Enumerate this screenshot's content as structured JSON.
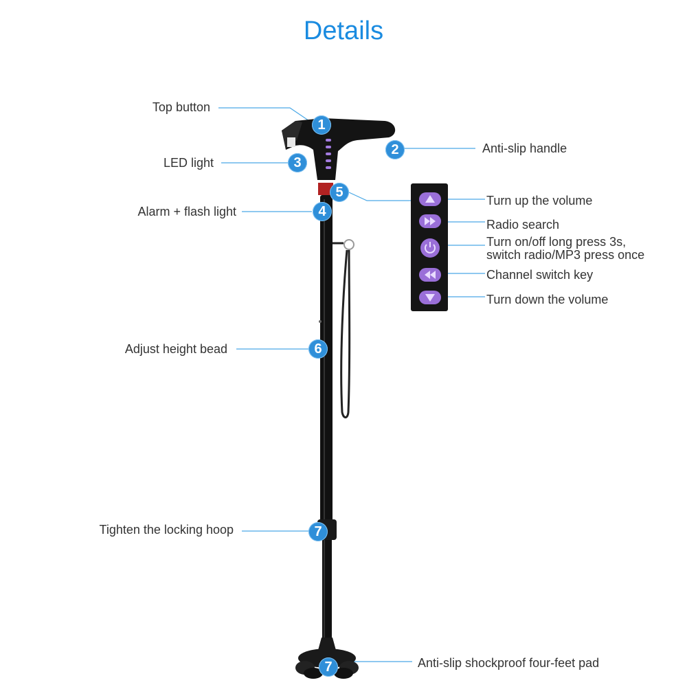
{
  "title": "Details",
  "colors": {
    "title": "#1a8be0",
    "badge": "#2f8fd9",
    "leader": "#4aa8e6",
    "button_purple": "#9a6fd8"
  },
  "callouts": [
    {
      "number": "1",
      "label": "Top button"
    },
    {
      "number": "2",
      "label": "Anti-slip handle"
    },
    {
      "number": "3",
      "label": "LED light"
    },
    {
      "number": "4",
      "label": "Alarm + flash light"
    },
    {
      "number": "5",
      "label": ""
    },
    {
      "number": "6",
      "label": "Adjust height bead"
    },
    {
      "number": "7",
      "label": "Tighten the locking hoop"
    },
    {
      "number": "7",
      "label": "Anti-slip shockproof four-feet pad"
    }
  ],
  "remote": {
    "buttons": [
      {
        "icon": "volume-up-icon",
        "label": "Turn up the volume"
      },
      {
        "icon": "fast-forward-icon",
        "label": "Radio search"
      },
      {
        "icon": "power-icon",
        "label_line1": "Turn on/off long press 3s,",
        "label_line2": "switch radio/MP3 press once"
      },
      {
        "icon": "rewind-icon",
        "label": "Channel switch key"
      },
      {
        "icon": "volume-down-icon",
        "label": "Turn down the volume"
      }
    ]
  }
}
